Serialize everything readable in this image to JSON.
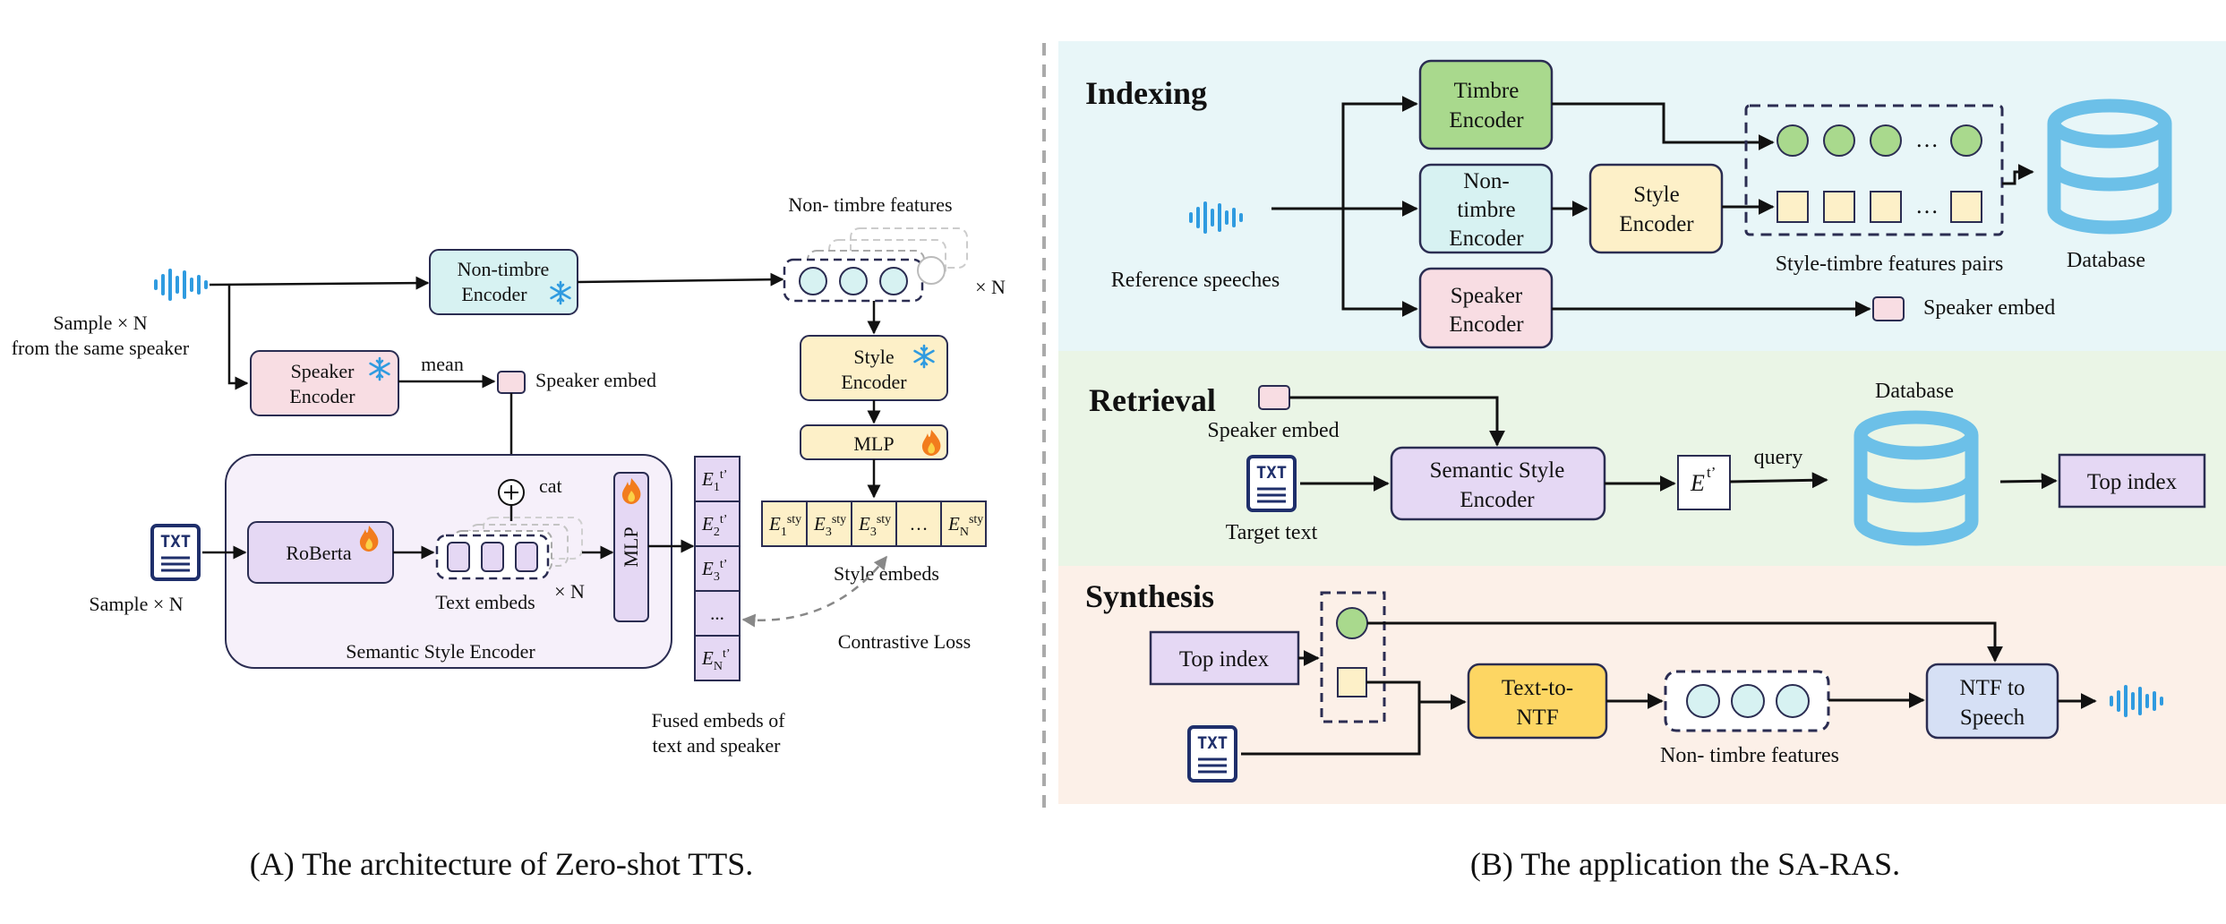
{
  "colors": {
    "indexing_bg": "#e8f6f8",
    "retrieval_bg": "#eaf5e6",
    "synthesis_bg": "#fcf0e8",
    "teal_box": "#d7f2f2",
    "pink_box": "#f8dde3",
    "yellow_box": "#fdf0c8",
    "purple_box": "#e5d8f4",
    "green_box": "#a9d98d",
    "orange_box": "#fdd663",
    "blue_box": "#d6e0f5",
    "database_blue": "#6cc0e8",
    "outline": "#2b2d52"
  },
  "icons": {
    "waveform": "waveform-icon",
    "text_document": "txt-document-icon",
    "snowflake": "snowflake-icon",
    "fire": "fire-icon",
    "database": "database-icon",
    "plus": "plus-circle-icon"
  },
  "panel_a": {
    "caption": "(A) The architecture of Zero-shot TTS.",
    "sample_speech_line1": "Sample × N",
    "sample_speech_line2": "from the same speaker",
    "sample_text": "Sample × N",
    "non_timbre_encoder_line1": "Non-timbre",
    "non_timbre_encoder_line2": "Encoder",
    "speaker_encoder_line1": "Speaker",
    "speaker_encoder_line2": "Encoder",
    "mean_label": "mean",
    "speaker_embed_label": "Speaker embed",
    "cat_label": "cat",
    "roberta_label": "RoBerta",
    "text_embeds_label": "Text embeds",
    "times_n_text": "× N",
    "mlp_vertical": "MLP",
    "semantic_style_encoder_label": "Semantic Style Encoder",
    "non_timbre_features_label": "Non- timbre features",
    "times_n_features": "× N",
    "style_encoder_line1": "Style",
    "style_encoder_line2": "Encoder",
    "mlp_label": "MLP",
    "style_embeds": [
      {
        "base": "E",
        "sub": "1",
        "sup": "sty"
      },
      {
        "base": "E",
        "sub": "3",
        "sup": "sty"
      },
      {
        "base": "E",
        "sub": "3",
        "sup": "sty"
      },
      {
        "base": "…",
        "sub": "",
        "sup": ""
      },
      {
        "base": "E",
        "sub": "N",
        "sup": "sty"
      }
    ],
    "style_embeds_label": "Style embeds",
    "contrastive_loss_label": "Contrastive Loss",
    "fused_embeds": [
      {
        "base": "E",
        "sub": "1",
        "sup": "t’"
      },
      {
        "base": "E",
        "sub": "2",
        "sup": "t’"
      },
      {
        "base": "E",
        "sub": "3",
        "sup": "t’"
      },
      {
        "base": "...",
        "sub": "",
        "sup": ""
      },
      {
        "base": "E",
        "sub": "N",
        "sup": "t’"
      }
    ],
    "fused_label_line1": "Fused embeds of",
    "fused_label_line2": "text and speaker"
  },
  "panel_b": {
    "caption": "(B) The application the SA-RAS.",
    "indexing": {
      "title": "Indexing",
      "reference_speeches": "Reference speeches",
      "timbre_encoder_line1": "Timbre",
      "timbre_encoder_line2": "Encoder",
      "non_timbre_encoder_line1": "Non-",
      "non_timbre_encoder_line2": "timbre",
      "non_timbre_encoder_line3": "Encoder",
      "style_encoder_line1": "Style",
      "style_encoder_line2": "Encoder",
      "speaker_encoder_line1": "Speaker",
      "speaker_encoder_line2": "Encoder",
      "ellipsis": "…",
      "pairs_label": "Style-timbre features pairs",
      "speaker_embed_label": "Speaker embed",
      "database_label": "Database"
    },
    "retrieval": {
      "title": "Retrieval",
      "speaker_embed_label": "Speaker embed",
      "target_text": "Target text",
      "semantic_encoder_line1": "Semantic Style",
      "semantic_encoder_line2": "Encoder",
      "embed": {
        "base": "E",
        "sup": "t’"
      },
      "query_label": "query",
      "database_label": "Database",
      "top_index": "Top index"
    },
    "synthesis": {
      "title": "Synthesis",
      "top_index": "Top index",
      "text_to_ntf_line1": "Text-to-",
      "text_to_ntf_line2": "NTF",
      "non_timbre_features_label": "Non- timbre features",
      "ntf_to_speech_line1": "NTF to",
      "ntf_to_speech_line2": "Speech"
    }
  }
}
